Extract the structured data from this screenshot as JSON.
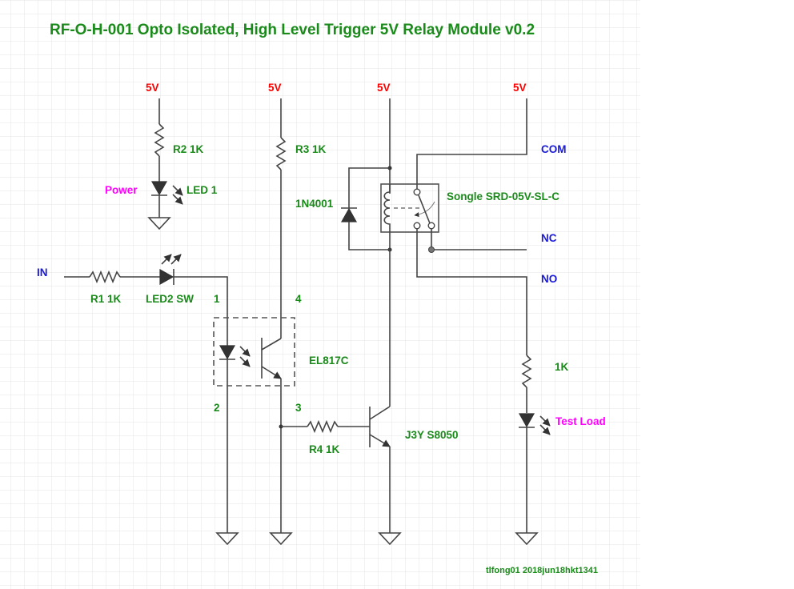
{
  "title": "RF-O-H-001 Opto Isolated, High Level Trigger 5V Relay Module v0.2",
  "colors": {
    "title": "#1a8a1a",
    "component_label": "#1a8a1a",
    "power_label": "#ff0000",
    "signal_label": "#1a1adb",
    "indicator_label": "#ff00ff",
    "wire": "#444444",
    "grid": "#e4e4e4"
  },
  "supply_labels": [
    "5V",
    "5V",
    "5V",
    "5V"
  ],
  "components": {
    "r2": "R2 1K",
    "led1": "LED 1",
    "power_tag": "Power",
    "r3": "R3 1K",
    "diode": "1N4001",
    "relay": "Songle SRD-05V-SL-C",
    "r1": "R1 1K",
    "led2": "LED2 SW",
    "opto": "EL817C",
    "r4": "R4 1K",
    "transistor": "J3Y S8050",
    "load_resistor": "1K",
    "test_load": "Test Load"
  },
  "pins": {
    "p1": "1",
    "p2": "2",
    "p3": "3",
    "p4": "4"
  },
  "signals": {
    "input": "IN",
    "com": "COM",
    "nc": "NC",
    "no": "NO"
  },
  "footer": "tlfong01 2018jun18hkt1341"
}
